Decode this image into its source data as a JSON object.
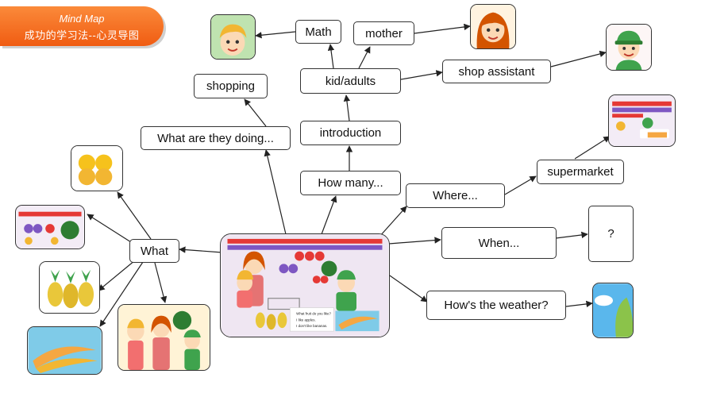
{
  "banner": {
    "title": "Mind Map",
    "subtitle": "成功的学习法--心灵导图"
  },
  "nodes": {
    "math": "Math",
    "mother": "mother",
    "kid_adults": "kid/adults",
    "shop_assistant": "shop assistant",
    "shopping": "shopping",
    "introduction": "introduction",
    "what_doing": "What are they doing...",
    "how_many": "How many...",
    "where": "Where...",
    "supermarket": "supermarket",
    "when": "When...",
    "question": "?",
    "what": "What",
    "weather": "How's the weather?"
  },
  "scene": {
    "speech_lines": [
      "What fruit do you like?",
      "I like apples.",
      "I don't like bananas."
    ]
  },
  "colors": {
    "banner": "#f05c12",
    "node_border": "#333333",
    "edge": "#222222"
  }
}
